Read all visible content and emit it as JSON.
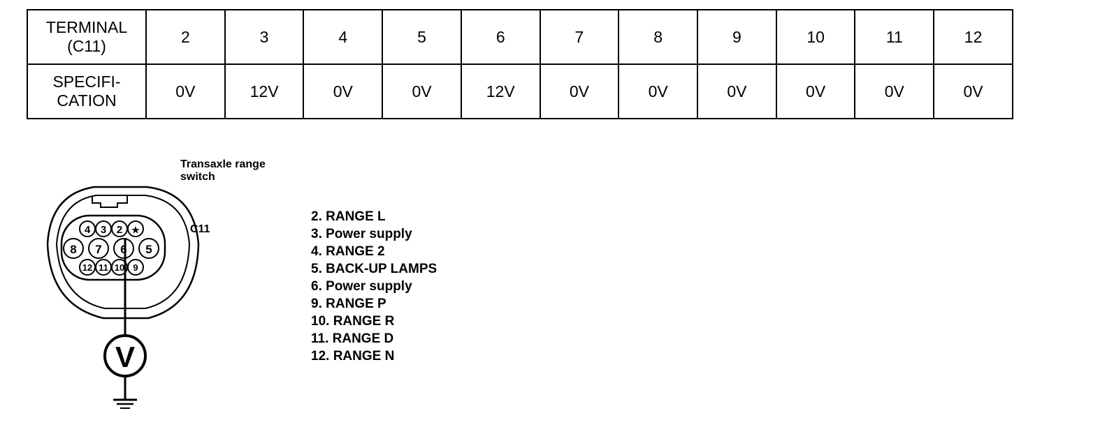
{
  "table": {
    "header_label_line1": "TERMINAL",
    "header_label_line2": "(C11)",
    "spec_label_line1": "SPECIFI-",
    "spec_label_line2": "CATION",
    "terminals": [
      "2",
      "3",
      "4",
      "5",
      "6",
      "7",
      "8",
      "9",
      "10",
      "11",
      "12"
    ],
    "specifications": [
      "0V",
      "12V",
      "0V",
      "0V",
      "12V",
      "0V",
      "0V",
      "0V",
      "0V",
      "0V",
      "0V"
    ]
  },
  "diagram": {
    "caption": "Transaxle range switch",
    "connector_label": "C11",
    "meter_symbol": "V",
    "pins": {
      "p4": "4",
      "p3": "3",
      "p2": "2",
      "star": "★",
      "p8": "8",
      "p7": "7",
      "p6": "6",
      "p5": "5",
      "p12": "12",
      "p11": "11",
      "p10": "10",
      "p9": "9"
    }
  },
  "legend": [
    "2. RANGE L",
    "3. Power supply",
    "4. RANGE 2",
    "5. BACK-UP LAMPS",
    "6. Power supply",
    "9. RANGE P",
    "10. RANGE R",
    "11. RANGE D",
    "12. RANGE N"
  ]
}
